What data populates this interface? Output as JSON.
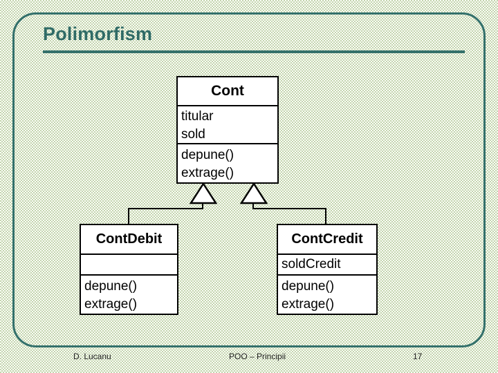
{
  "slide": {
    "title": "Polimorfism",
    "accent_color": "#33706b",
    "background_color": "#c3d5ae"
  },
  "diagram": {
    "type": "uml-class-diagram",
    "relationship": "generalization",
    "classes": [
      {
        "id": "cont",
        "name": "Cont",
        "attributes": [
          "titular",
          "sold"
        ],
        "operations": [
          "depune()",
          "extrage()"
        ]
      },
      {
        "id": "contdebit",
        "name": "ContDebit",
        "attributes": [],
        "operations": [
          "depune()",
          "extrage()"
        ]
      },
      {
        "id": "contcredit",
        "name": "ContCredit",
        "attributes": [
          "soldCredit"
        ],
        "operations": [
          "depune()",
          "extrage()"
        ]
      }
    ]
  },
  "footer": {
    "author": "D. Lucanu",
    "center": "POO – Principii",
    "page": "17"
  }
}
